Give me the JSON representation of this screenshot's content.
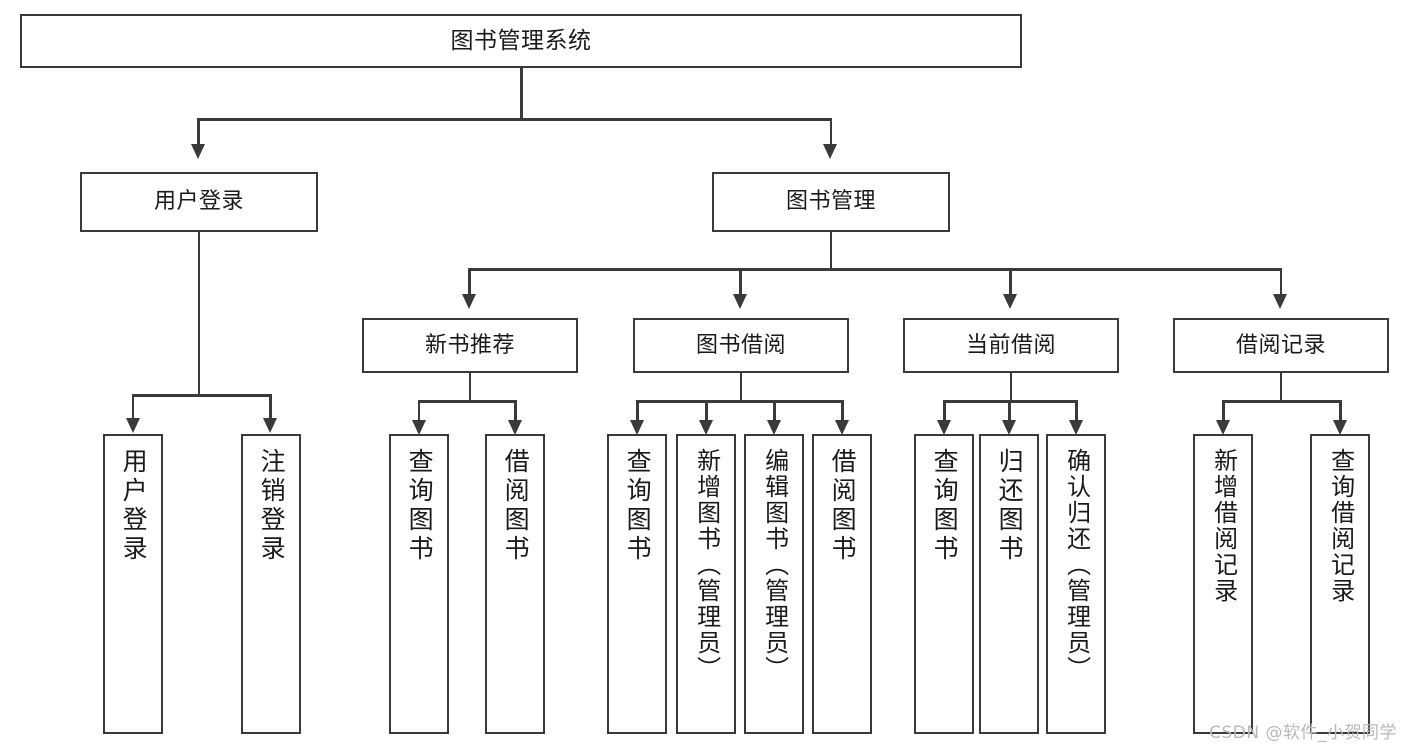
{
  "diagram": {
    "title": "图书管理系统",
    "type": "tree-hierarchy-chart",
    "root": {
      "label": "图书管理系统"
    },
    "level2": [
      {
        "label": "用户登录"
      },
      {
        "label": "图书管理"
      }
    ],
    "level3": [
      {
        "label": "新书推荐"
      },
      {
        "label": "图书借阅"
      },
      {
        "label": "当前借阅"
      },
      {
        "label": "借阅记录"
      }
    ],
    "leaves": [
      {
        "label": "用户登录"
      },
      {
        "label": "注销登录"
      },
      {
        "label": "查询图书"
      },
      {
        "label": "借阅图书"
      },
      {
        "label": "查询图书"
      },
      {
        "label": "新增图书（管理员）"
      },
      {
        "label": "编辑图书（管理员）"
      },
      {
        "label": "借阅图书"
      },
      {
        "label": "查询图书"
      },
      {
        "label": "归还图书"
      },
      {
        "label": "确认归还（管理员）"
      },
      {
        "label": "新增借阅记录"
      },
      {
        "label": "查询借阅记录"
      }
    ]
  },
  "watermark": {
    "text": "CSDN @软件_小贺同学"
  },
  "colors": {
    "stroke": "#3a3a3a",
    "fill": "#ffffff",
    "text": "#1a1a1a",
    "watermark": "#b9b9b9"
  }
}
